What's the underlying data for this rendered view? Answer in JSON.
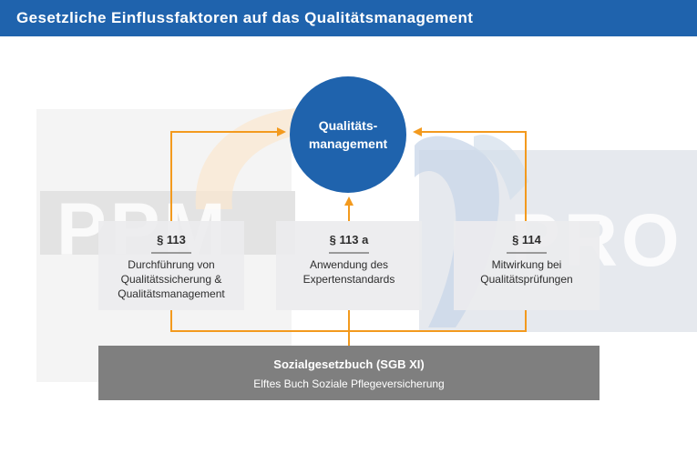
{
  "header": {
    "title": "Gesetzliche Einflussfaktoren auf das Qualitätsmanagement"
  },
  "watermark": {
    "left_text": "PPM",
    "right_text": "PRO"
  },
  "center_node": {
    "label": "Qualitäts-\nmanagement"
  },
  "boxes": [
    {
      "section": "§ 113",
      "description": "Durchführung von\nQualitätssicherung &\nQualitätsmanagement"
    },
    {
      "section": "§ 113 a",
      "description": "Anwendung des\nExpertenstandards"
    },
    {
      "section": "§ 114",
      "description": "Mitwirkung bei\nQualitätsprüfungen"
    }
  ],
  "base": {
    "title": "Sozialgesetzbuch (SGB XI)",
    "subtitle": "Elftes Buch Soziale Pflegeversicherung"
  },
  "colors": {
    "header_bg": "#1f63ad",
    "circle": "#1f63ad",
    "connector": "#f39a1e",
    "base_bg": "#7f7f7f",
    "box_bg": "#ececee"
  }
}
